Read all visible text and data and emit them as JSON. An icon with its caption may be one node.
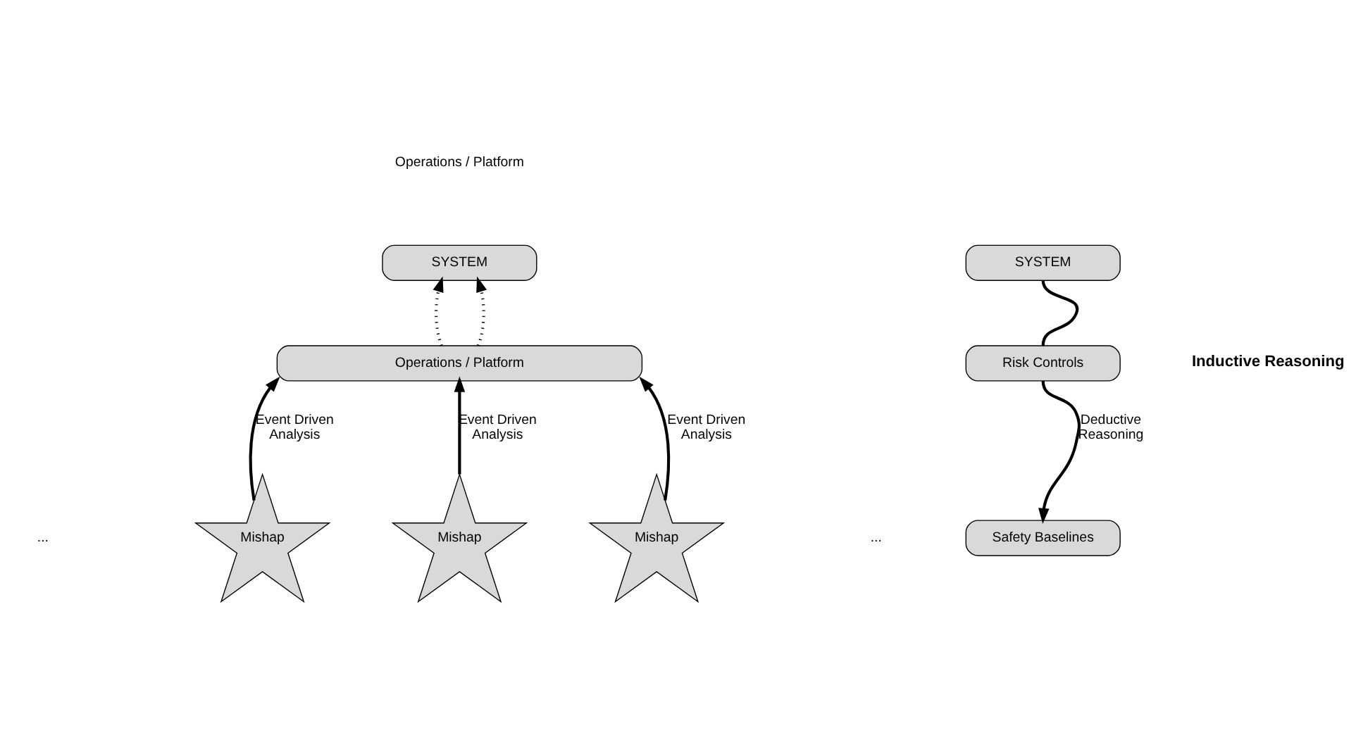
{
  "diagram": {
    "nodes": [
      {
        "text": [
          "SYSTEM"
        ]
      },
      {
        "text": [
          "Operations / Platform"
        ]
      },
      {
        "text": [
          "Mishap"
        ]
      },
      {
        "text": [
          "Mishap"
        ]
      },
      {
        "text": [
          "Mishap"
        ]
      },
      {
        "text": [
          "SYSTEM"
        ]
      },
      {
        "text": [
          "Risk Controls"
        ]
      },
      {
        "text": [
          "Safety Baselines"
        ]
      }
    ],
    "edges": [
      {
        "from": 1,
        "to": 0,
        "arrow": "to",
        "style": "dashed"
      },
      {
        "from": 1,
        "to": 0,
        "arrow": "to",
        "style": "dashed"
      },
      {
        "from": 2,
        "to": 1,
        "arrow": "to",
        "label": "Event Driven Analysis"
      },
      {
        "from": 3,
        "to": 1,
        "arrow": "to",
        "label": "Event Driven Analysis"
      },
      {
        "from": 4,
        "to": 1,
        "arrow": "to",
        "label": "Event Driven Analysis"
      },
      {
        "from": 5,
        "to": 6,
        "arrow": "none"
      },
      {
        "from": 6,
        "to": 7,
        "arrow": "to",
        "label": "Deductive Reasoning"
      }
    ],
    "labels": [
      "Operations / Platform",
      "Inductive Reasoning",
      "...",
      "..."
    ]
  }
}
